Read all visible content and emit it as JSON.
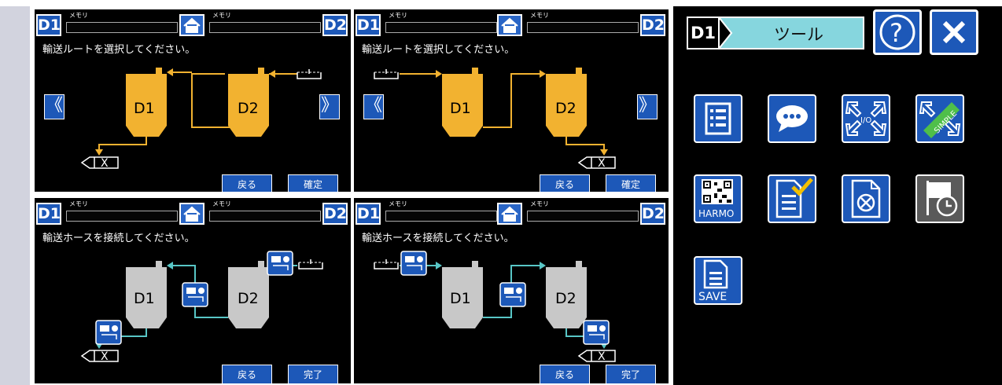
{
  "screens": [
    {
      "d1": "D1",
      "d2": "D2",
      "memo1": "メモリ",
      "memo2": "メモリ",
      "instruction": "輸送ルートを選択してください。",
      "tank1": "D1",
      "tank2": "D2",
      "dest": "X",
      "back": "戻る",
      "confirm": "確定",
      "prev_arrow": "《",
      "next_arrow": "》"
    },
    {
      "d1": "D1",
      "d2": "D2",
      "memo1": "メモリ",
      "memo2": "メモリ",
      "instruction": "輸送ルートを選択してください。",
      "tank1": "D1",
      "tank2": "D2",
      "dest": "X",
      "back": "戻る",
      "confirm": "確定",
      "prev_arrow": "《",
      "next_arrow": "》"
    },
    {
      "d1": "D1",
      "d2": "D2",
      "memo1": "メモリ",
      "memo2": "メモリ",
      "instruction": "輸送ホースを接続してください。",
      "tank1": "D1",
      "tank2": "D2",
      "dest": "X",
      "back": "戻る",
      "confirm": "完了"
    },
    {
      "d1": "D1",
      "d2": "D2",
      "memo1": "メモリ",
      "memo2": "メモリ",
      "instruction": "輸送ホースを接続してください。",
      "tank1": "D1",
      "tank2": "D2",
      "dest": "X",
      "back": "戻る",
      "confirm": "完了"
    }
  ],
  "tools": {
    "device": "D1",
    "title": "ツール",
    "help_icon": "question-icon",
    "close_icon": "close-icon",
    "simple_label": "SIMPLE",
    "io_label": "I/O",
    "harmo_label": "HARMO",
    "save_label": "SAVE",
    "icons": [
      "list-icon",
      "chat-icon",
      "io-arrows-icon",
      "simple-icon",
      "harmo-qr-icon",
      "doc-check-icon",
      "doc-cancel-icon",
      "flag-clock-icon",
      "save-doc-icon"
    ]
  },
  "colors": {
    "accent_blue": "#1d58b8",
    "tank_orange": "#f2b230",
    "tank_gray": "#c8c8c8",
    "pipe_cyan": "#58c6c6",
    "title_cyan": "#86d6de"
  }
}
